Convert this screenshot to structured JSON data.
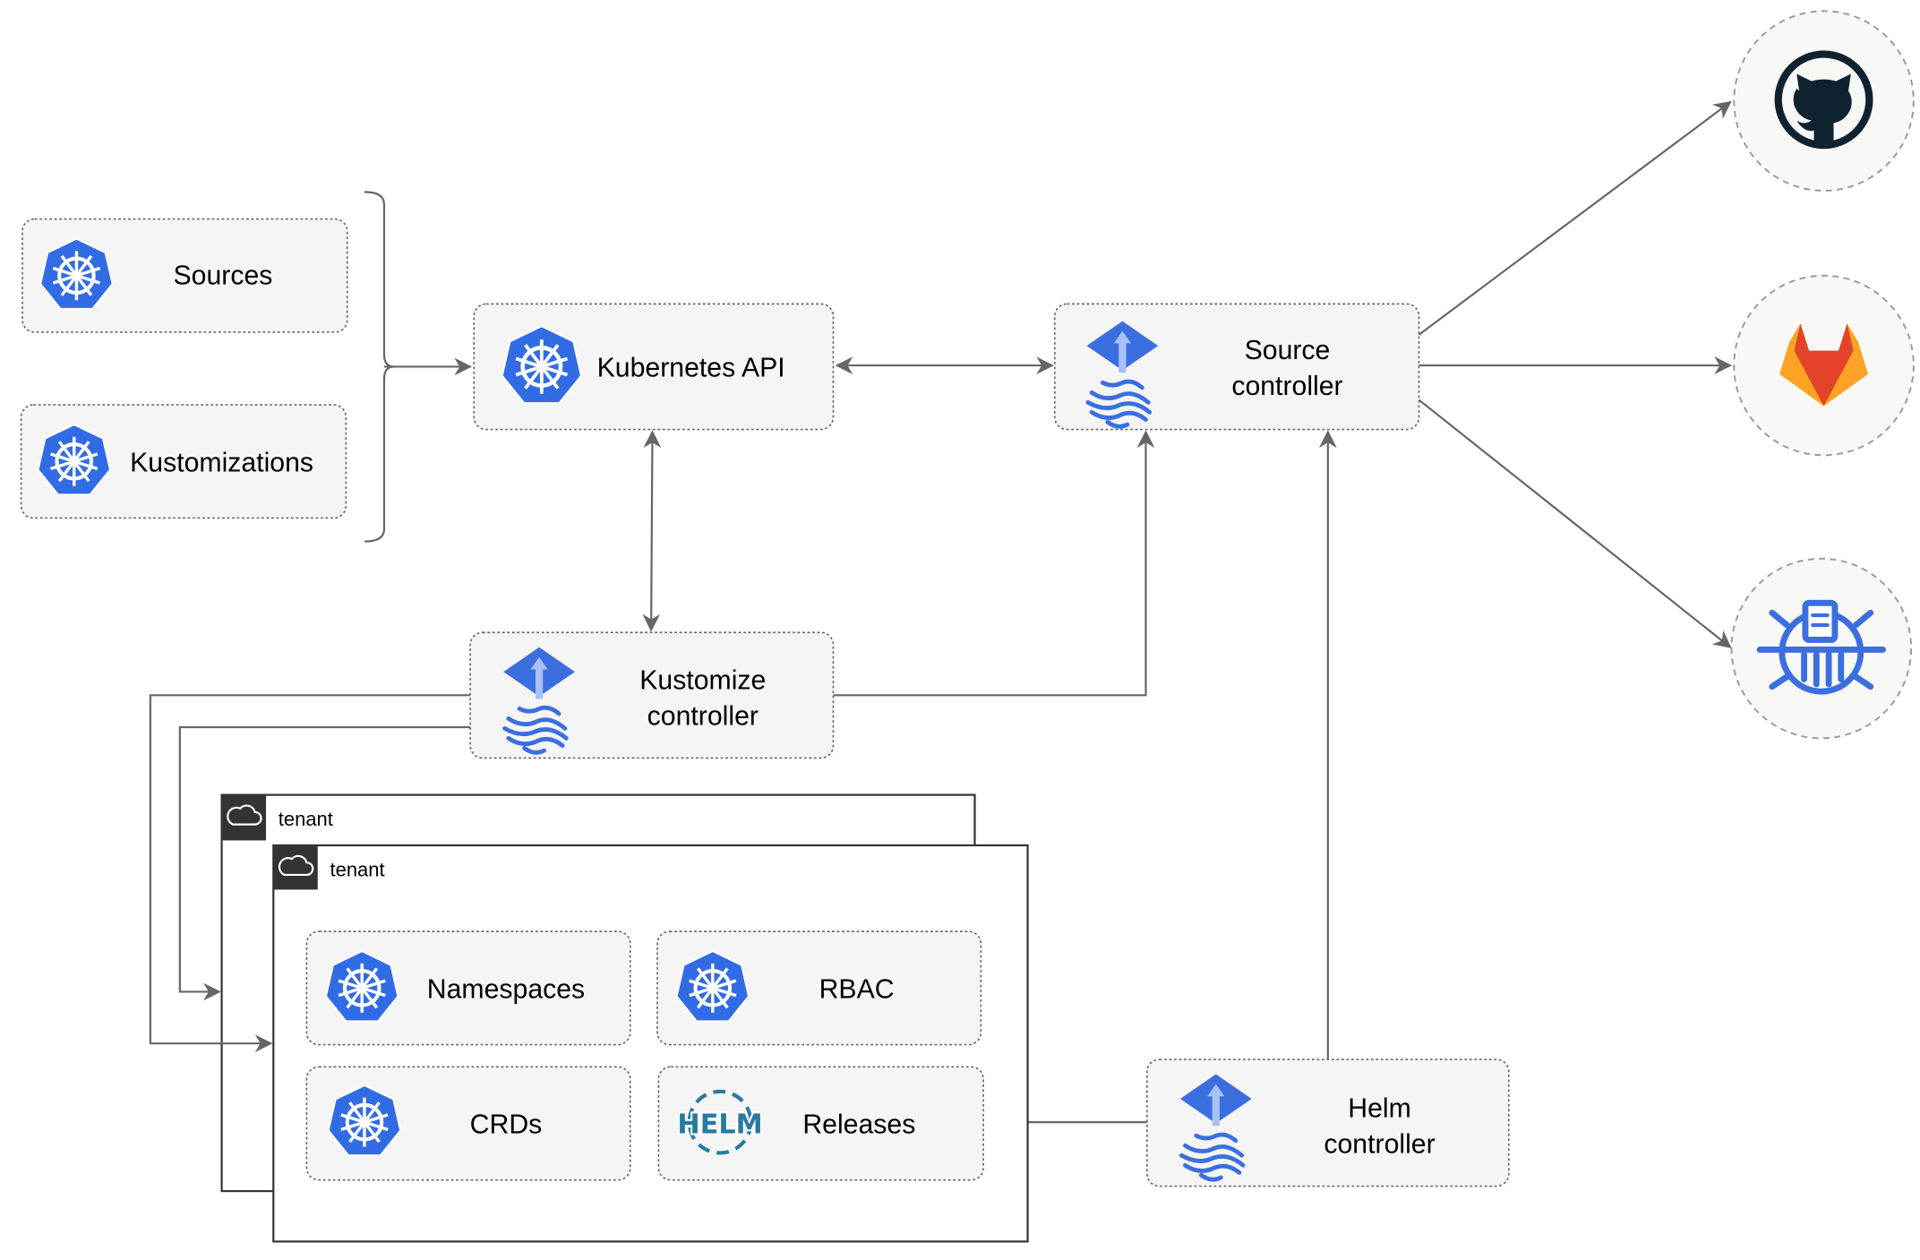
{
  "nodes": {
    "sources": "Sources",
    "kustomizations": "Kustomizations",
    "kubernetes_api": "Kubernetes API",
    "source_controller": [
      "Source",
      "controller"
    ],
    "kustomize_controller": [
      "Kustomize",
      "controller"
    ],
    "helm_controller": [
      "Helm",
      "controller"
    ],
    "namespaces": "Namespaces",
    "rbac": "RBAC",
    "crds": "CRDs",
    "releases": "Releases"
  },
  "tenants": [
    "tenant",
    "tenant"
  ],
  "external_sources": [
    "github-icon",
    "gitlab-icon",
    "bucket-icon"
  ],
  "helm_logo_text": "HELM",
  "colors": {
    "kubernetes_blue": "#326CE5",
    "flux_blue": "#3B6FE0",
    "edge": "#666666",
    "box_fill": "#F5F5F5",
    "gitlab_orange": "#E24329",
    "github_dark": "#0F2230",
    "helm_blue": "#277A9F"
  }
}
